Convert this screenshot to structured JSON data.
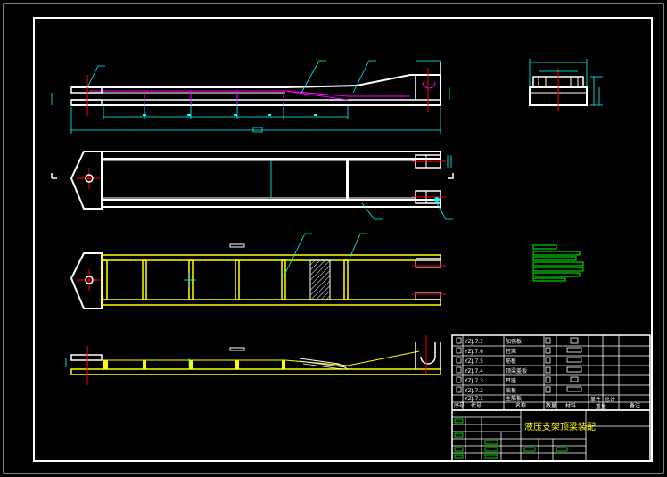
{
  "drawing": {
    "title": "液压支架顶梁装配",
    "colors": {
      "background": "#000000",
      "outline": "#ffffff",
      "dimension": "#00ffff",
      "centerline": "#ff0000",
      "weld": "#ffff00",
      "hidden": "#ff00ff",
      "notes": "#00ff00"
    },
    "bom": {
      "rows": [
        {
          "no": "8",
          "code": "YZJ.7.7",
          "name": "加强板"
        },
        {
          "no": "7",
          "code": "YZJ.7.6",
          "name": "柱窝"
        },
        {
          "no": "6",
          "code": "YZJ.7.5",
          "name": "筋板"
        },
        {
          "no": "5",
          "code": "YZJ.7.4",
          "name": "顶梁盖板"
        },
        {
          "no": "4",
          "code": "YZJ.7.3",
          "name": "耳座"
        },
        {
          "no": "3",
          "code": "YZJ.7.2",
          "name": "底板"
        },
        {
          "no": "2",
          "code": "YZJ.7.1",
          "name": "主筋板"
        }
      ],
      "header": [
        "序号",
        "代号",
        "名称",
        "数量",
        "材料",
        "单件",
        "总计",
        "重量",
        "备注"
      ]
    },
    "title_block": {
      "name": "液压支架顶梁装配"
    }
  }
}
